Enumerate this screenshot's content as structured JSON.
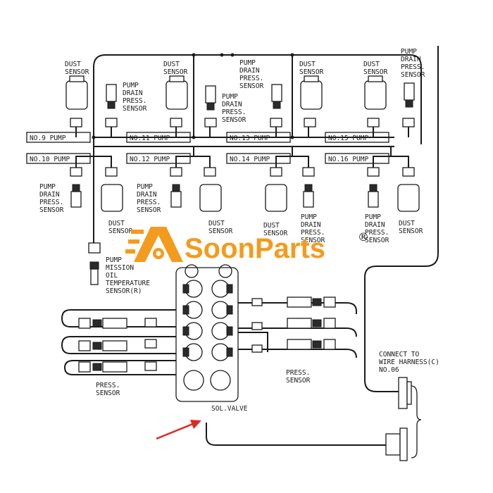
{
  "logo": {
    "text": "SoonParts",
    "registered": "®",
    "color": "#f39b1e"
  },
  "colors": {
    "line": "#1a1a1a",
    "arrow": "#e0281f"
  },
  "pump_labels": [
    "NO.9 PUMP",
    "NO.11 PUMP",
    "NO.13 PUMP",
    "NO.15 PUMP",
    "NO.10 PUMP",
    "NO.12 PUMP",
    "NO.14 PUMP",
    "NO.16 PUMP"
  ],
  "upper_labels": [
    [
      "DUST",
      "SENSOR"
    ],
    [
      "PUMP",
      "DRAIN",
      "PRESS.",
      "SENSOR"
    ],
    [
      "DUST",
      "SENSOR"
    ],
    [
      "PUMP",
      "DRAIN",
      "PRESS.",
      "SENSOR"
    ],
    [
      "PUMP",
      "DRAIN",
      "PRESS.",
      "SENSOR"
    ],
    [
      "DUST",
      "SENSOR"
    ],
    [
      "DUST",
      "SENSOR"
    ],
    [
      "PUMP",
      "DRAIN",
      "PRESS.",
      "SENSOR"
    ]
  ],
  "lower_labels": [
    [
      "PUMP",
      "DRAIN",
      "PRESS.",
      "SENSOR"
    ],
    [
      "DUST",
      "SENSOR"
    ],
    [
      "PUMP",
      "DRAIN",
      "PRESS.",
      "SENSOR"
    ],
    [
      "DUST",
      "SENSOR"
    ],
    [
      "DUST",
      "SENSOR"
    ],
    [
      "PUMP",
      "DRAIN",
      "PRESS.",
      "SENSOR"
    ],
    [
      "PUMP",
      "DRAIN",
      "PRESS.",
      "SENSOR"
    ],
    [
      "DUST",
      "SENSOR"
    ]
  ],
  "mission_label": [
    "PUMP",
    "MISSION",
    "OIL",
    "TEMPERATURE",
    "SENSOR(R)"
  ],
  "press_left": [
    "PRESS.",
    "SENSOR"
  ],
  "press_right": [
    "PRESS.",
    "SENSOR"
  ],
  "sol_valve": "SOL.VALVE",
  "connect_label": [
    "CONNECT TO",
    "WIRE HARNESS(C)",
    "NO.06"
  ]
}
